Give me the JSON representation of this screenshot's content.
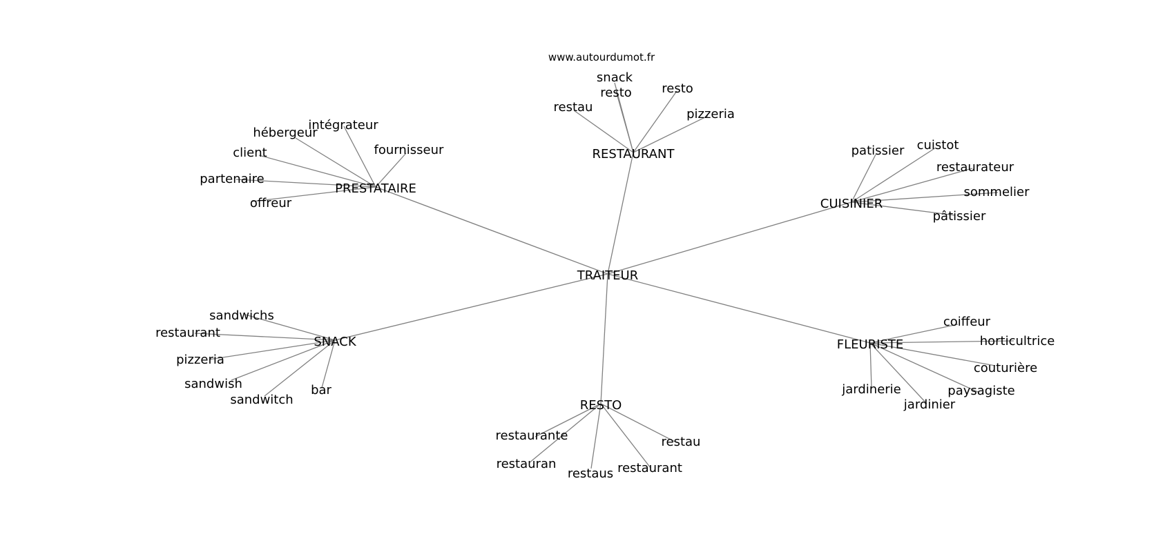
{
  "watermark": "www.autourdumot.fr",
  "colors": {
    "edge": "#808080",
    "text": "#000000",
    "background": "#ffffff"
  },
  "graph": {
    "center": "TRAITEUR",
    "groups": [
      {
        "hub": "RESTAURANT",
        "leaves": [
          "snack",
          "resto",
          "resto",
          "restau",
          "pizzeria"
        ]
      },
      {
        "hub": "PRESTATAIRE",
        "leaves": [
          "intégrateur",
          "hébergeur",
          "client",
          "fournisseur",
          "partenaire",
          "offreur"
        ]
      },
      {
        "hub": "CUISINIER",
        "leaves": [
          "cuistot",
          "patissier",
          "restaurateur",
          "sommelier",
          "pâtissier"
        ]
      },
      {
        "hub": "SNACK",
        "leaves": [
          "sandwichs",
          "restaurant",
          "pizzeria",
          "sandwish",
          "sandwitch",
          "bar"
        ]
      },
      {
        "hub": "FLEURISTE",
        "leaves": [
          "coiffeur",
          "horticultrice",
          "couturière",
          "paysagiste",
          "jardinerie",
          "jardinier"
        ]
      },
      {
        "hub": "RESTO",
        "leaves": [
          "restaurante",
          "restau",
          "restauran",
          "restaus",
          "restaurant"
        ]
      }
    ]
  }
}
